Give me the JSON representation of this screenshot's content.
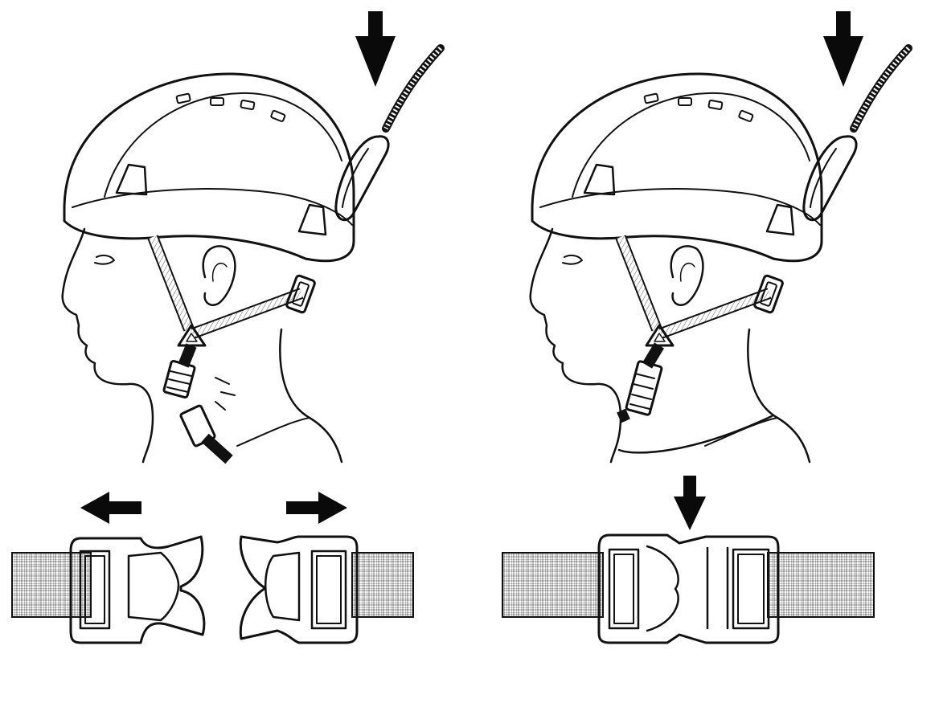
{
  "diagram": {
    "panels": [
      {
        "id": "left",
        "state": "buckle-open",
        "arrows": [
          "down-arrow",
          "left-arrow",
          "right-arrow"
        ]
      },
      {
        "id": "right",
        "state": "buckle-closed",
        "arrows": [
          "down-arrow",
          "down-arrow"
        ]
      }
    ],
    "colors": {
      "ink": "#111111",
      "background": "#ffffff",
      "arrow": "#0a0a0a"
    },
    "icons": [
      "helmet",
      "carabiner",
      "rope",
      "head-profile",
      "chin-strap",
      "strap-buckle",
      "webbing"
    ]
  }
}
